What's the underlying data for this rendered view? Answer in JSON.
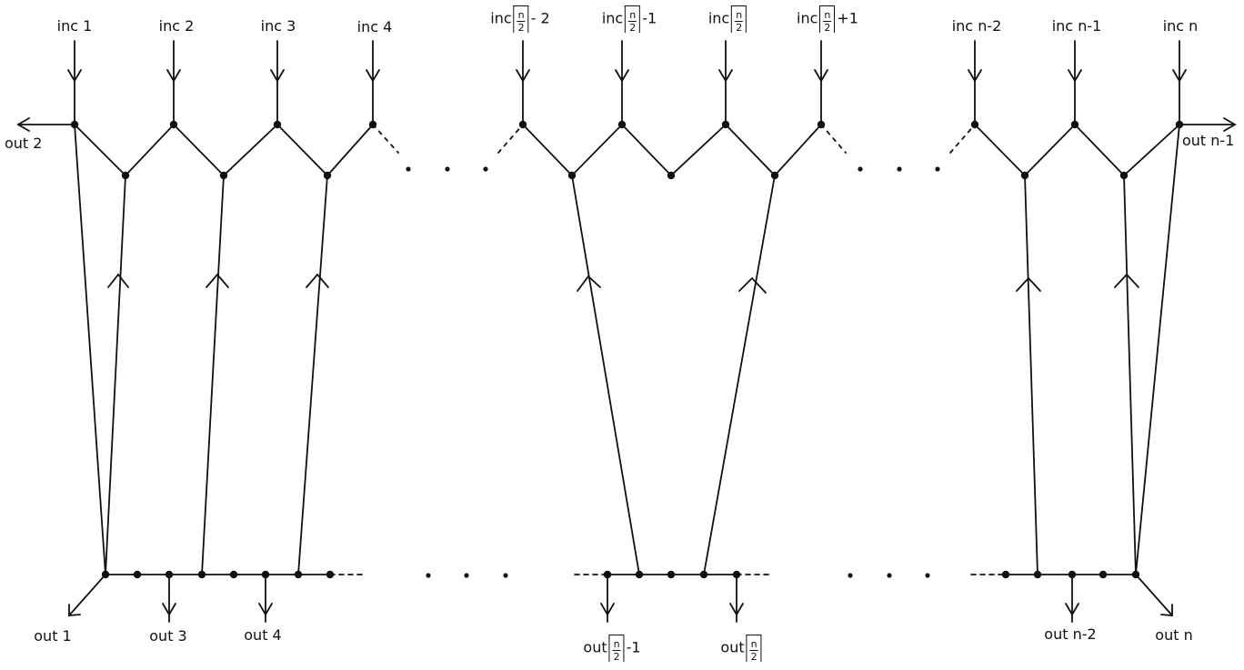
{
  "diagram": {
    "top_labels": {
      "inc_1": "inc 1",
      "inc_2": "inc 2",
      "inc_3": "inc 3",
      "inc_4": "inc 4",
      "inc_half_m2": {
        "prefix": "inc",
        "num": "n",
        "den": "2",
        "suffix": "- 2"
      },
      "inc_half_m1": {
        "prefix": "inc",
        "num": "n",
        "den": "2",
        "suffix": "-1"
      },
      "inc_half": {
        "prefix": "inc",
        "num": "n",
        "den": "2",
        "suffix": ""
      },
      "inc_half_p1": {
        "prefix": "inc",
        "num": "n",
        "den": "2",
        "suffix": "+1"
      },
      "inc_nm2": "inc  n-2",
      "inc_nm1": "inc  n-1",
      "inc_n": "inc  n"
    },
    "side_labels": {
      "out_2": "out 2",
      "out_nm1": "out n-1"
    },
    "bottom_labels": {
      "out_1": "out 1",
      "out_3": "out 3",
      "out_4": "out 4",
      "out_half_m1": {
        "prefix": "out",
        "num": "n",
        "den": "2",
        "suffix": "-1"
      },
      "out_half": {
        "prefix": "out",
        "num": "n",
        "den": "2",
        "suffix": ""
      },
      "out_nm2": "out n-2",
      "out_n": "out n"
    },
    "colors": {
      "stroke": "#111111",
      "background": "#ffffff"
    }
  }
}
